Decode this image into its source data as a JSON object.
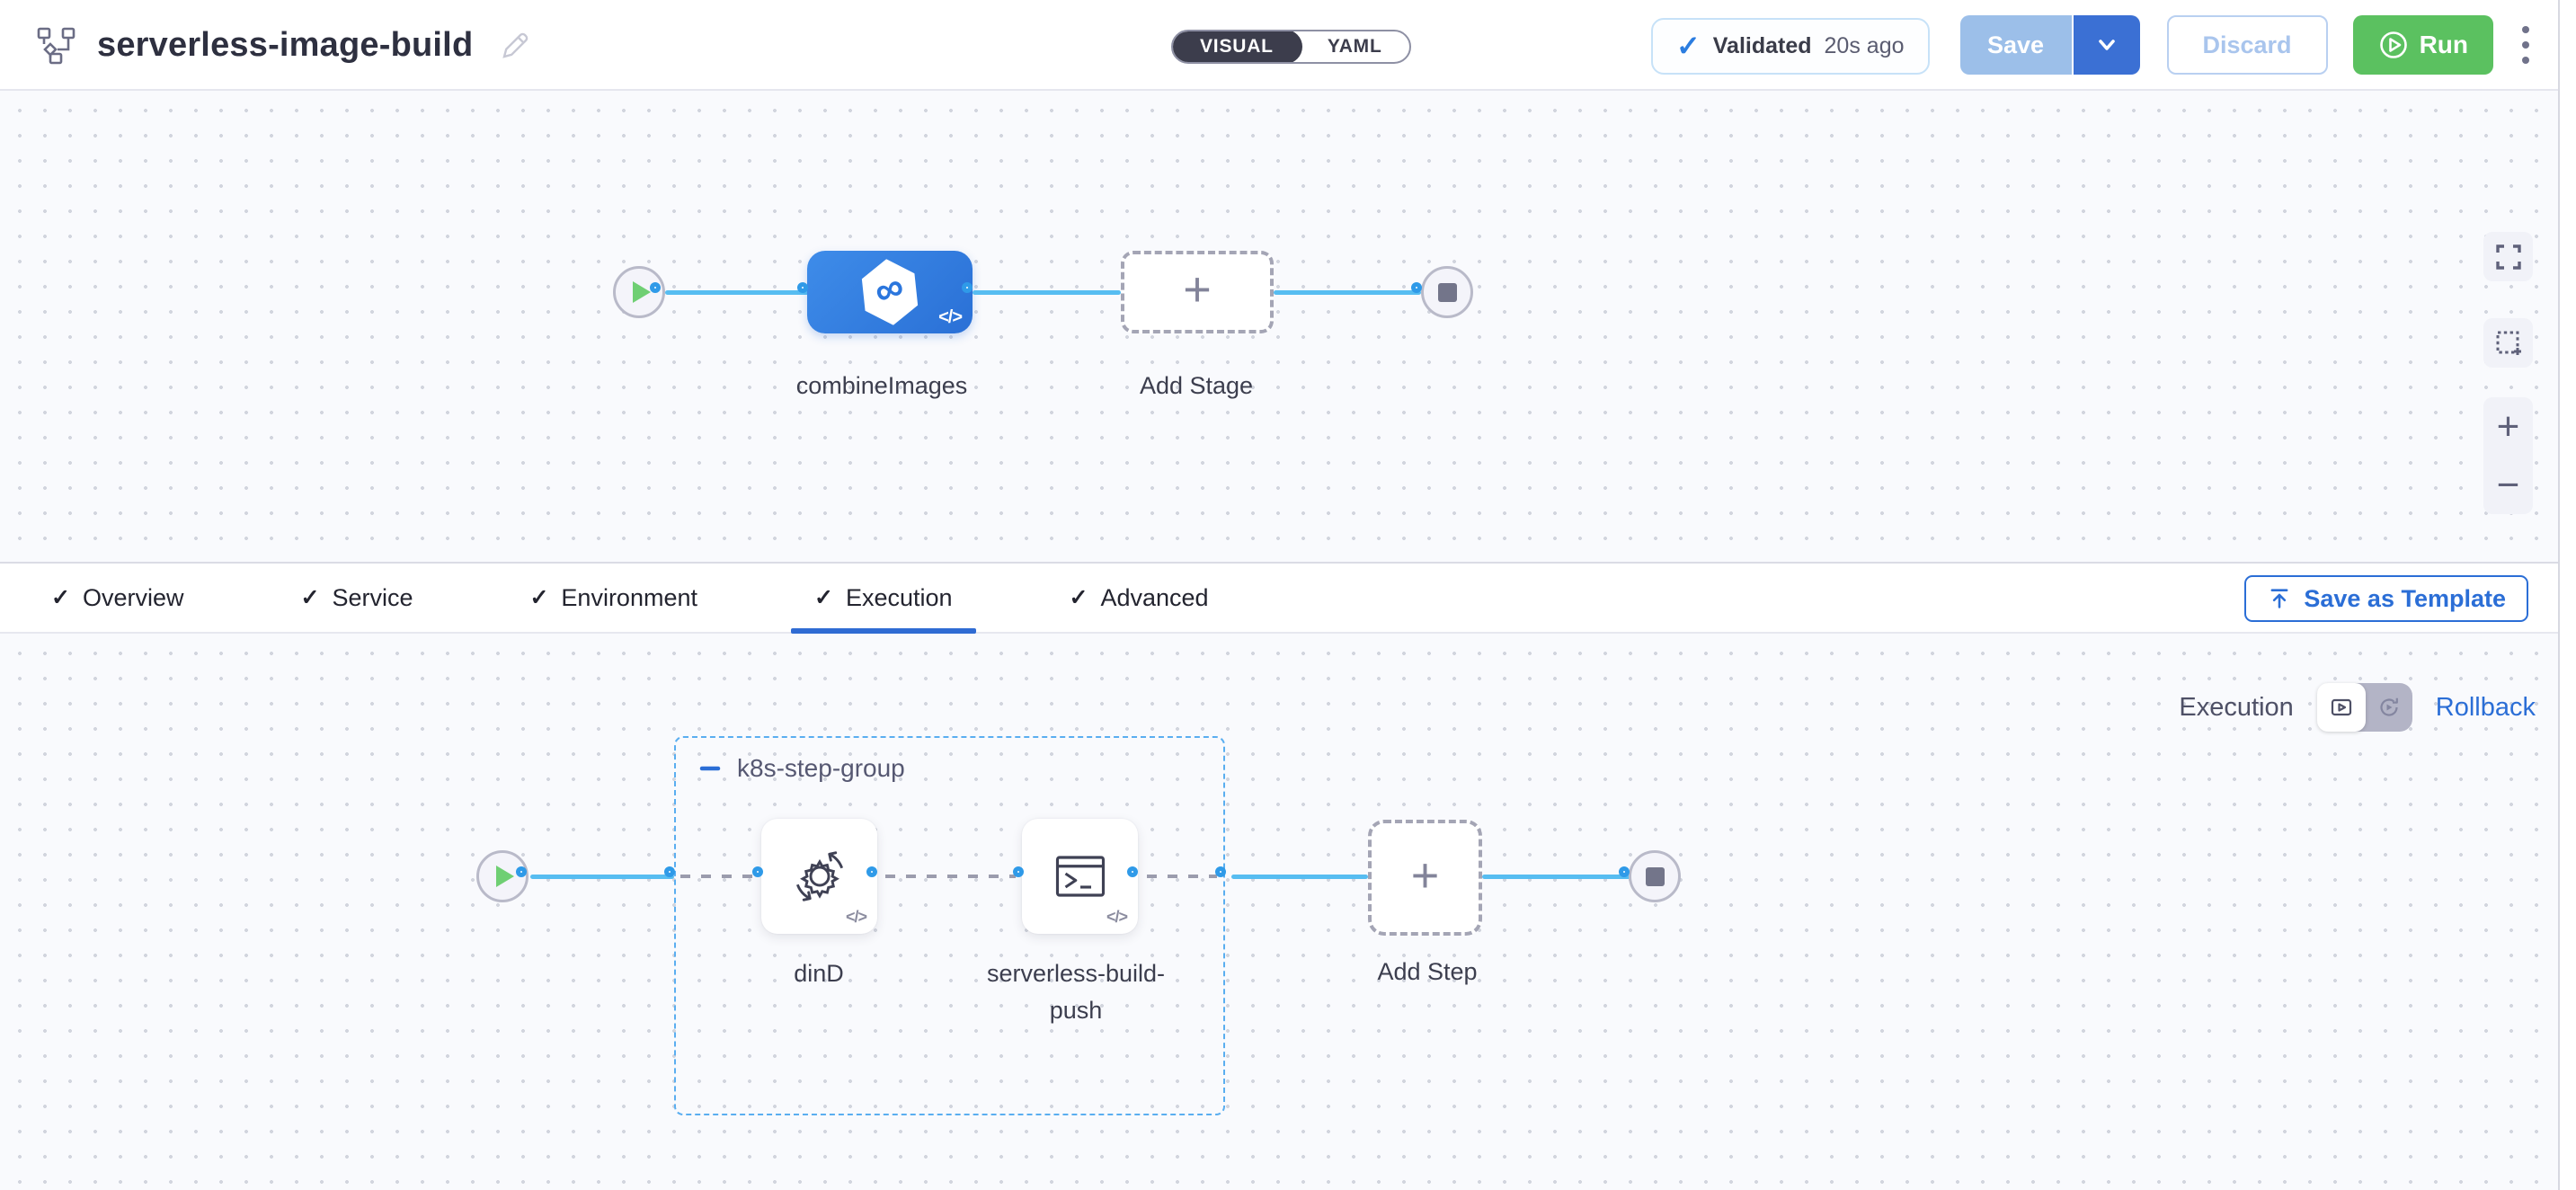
{
  "header": {
    "title": "serverless-image-build",
    "mode_toggle": {
      "options": [
        "VISUAL",
        "YAML"
      ],
      "selected": "VISUAL"
    },
    "validation": {
      "label": "Validated",
      "time": "20s ago"
    },
    "buttons": {
      "save": "Save",
      "discard": "Discard",
      "run": "Run"
    }
  },
  "stage_pipeline": {
    "stage_label": "combineImages",
    "add_stage_label": "Add Stage"
  },
  "tabs": {
    "items": [
      {
        "label": "Overview",
        "checked": true,
        "active": false
      },
      {
        "label": "Service",
        "checked": true,
        "active": false
      },
      {
        "label": "Environment",
        "checked": true,
        "active": false
      },
      {
        "label": "Execution",
        "checked": true,
        "active": true
      },
      {
        "label": "Advanced",
        "checked": true,
        "active": false
      }
    ],
    "save_as_template": "Save as Template"
  },
  "execution_panel": {
    "mode_label": "Execution",
    "rollback_label": "Rollback",
    "step_group": {
      "name": "k8s-step-group",
      "steps": [
        {
          "label": "dinD",
          "icon": "docker-in-docker-gear-icon"
        },
        {
          "label": "serverless-build-push",
          "icon": "terminal-icon"
        }
      ],
      "add_step_label": "Add Step"
    }
  },
  "glyphs": {
    "check": "✓",
    "plus": "+",
    "infinity": "∞",
    "code": "</>",
    "zoom_in": "+",
    "zoom_out": "−"
  },
  "colors": {
    "accent_blue": "#2b6ed6",
    "node_blue": "#2d7ade",
    "link_blue": "#57bdf1",
    "run_green": "#5bc160",
    "toggle_dark": "#3c3d4c",
    "dash_gray": "#9b9cad"
  }
}
